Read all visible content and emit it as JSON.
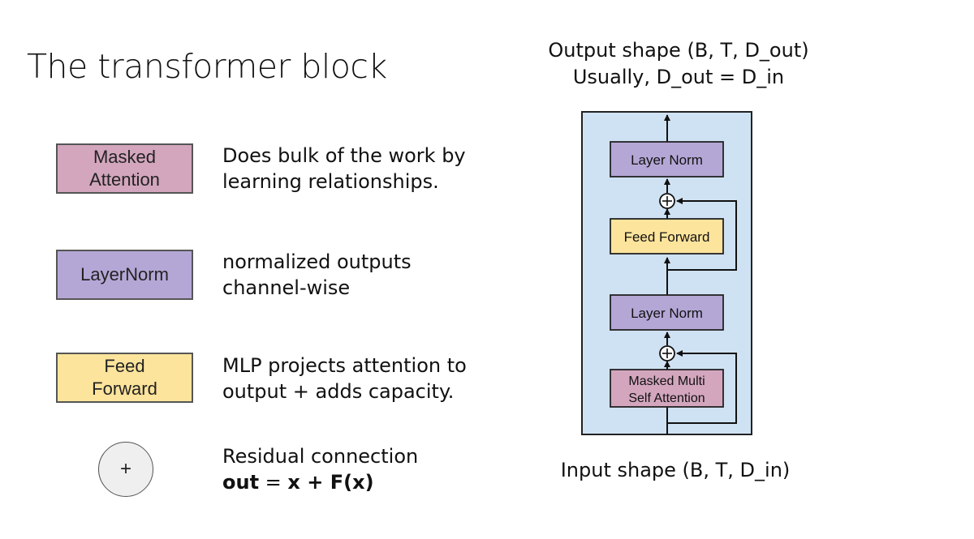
{
  "title": "The transformer block",
  "legend": {
    "attention": {
      "box_lines": [
        "Masked",
        "Attention"
      ],
      "desc_lines": [
        "Does bulk of the work by",
        "learning relationships."
      ]
    },
    "layernorm": {
      "box_lines": [
        "LayerNorm"
      ],
      "desc_lines": [
        "normalized outputs",
        "channel-wise"
      ]
    },
    "feedforward": {
      "box_lines": [
        "Feed",
        "Forward"
      ],
      "desc_lines": [
        "MLP projects attention to",
        "output + adds capacity."
      ]
    },
    "residual": {
      "symbol": "+",
      "desc_line1": "Residual connection",
      "formula_bold_1": "out",
      "formula_mid": " = ",
      "formula_bold_2": "x + F(x)"
    }
  },
  "diagram": {
    "output_caption": [
      "Output shape (B, T, D_out)",
      "Usually, D_out = D_in"
    ],
    "input_caption": "Input shape (B, T, D_in)",
    "blocks": {
      "top_layer_norm": "Layer Norm",
      "feed_forward": "Feed Forward",
      "bottom_layer_norm": "Layer Norm",
      "attention_lines": [
        "Masked Multi",
        "Self Attention"
      ]
    },
    "add_symbol": "+"
  },
  "colors": {
    "attention": "#d3a6be",
    "layernorm": "#b4a7d6",
    "feedforward": "#fde49c",
    "block_background": "#cfe2f3",
    "residual_circle": "#efefef"
  }
}
